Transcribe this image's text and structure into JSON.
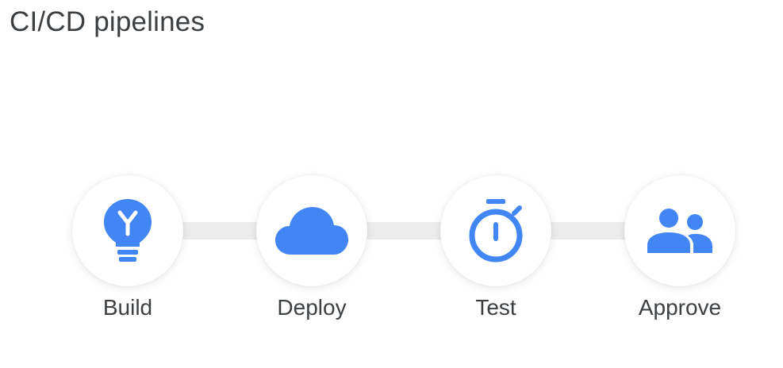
{
  "title": "CI/CD pipelines",
  "accent_color": "#4285f4",
  "steps": [
    {
      "label": "Build",
      "icon": "lightbulb-icon"
    },
    {
      "label": "Deploy",
      "icon": "cloud-icon"
    },
    {
      "label": "Test",
      "icon": "stopwatch-icon"
    },
    {
      "label": "Approve",
      "icon": "people-icon"
    }
  ]
}
